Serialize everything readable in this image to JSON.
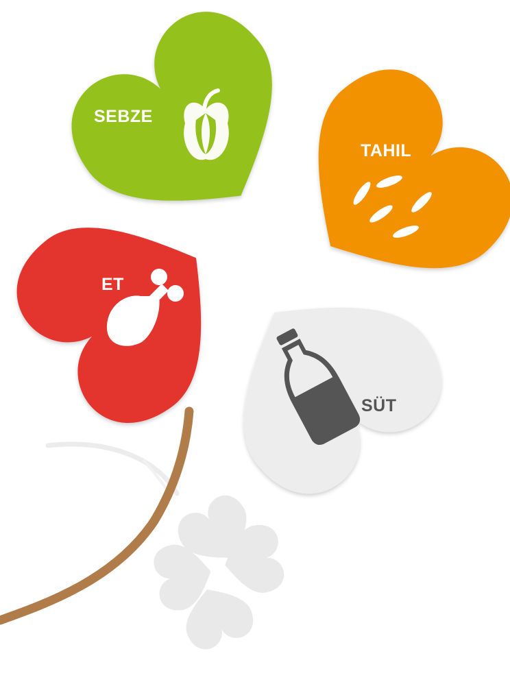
{
  "leaves": {
    "sebze": {
      "label": "SEBZE",
      "color": "#95c11f",
      "icon": "pumpkin-icon"
    },
    "tahil": {
      "label": "TAHIL",
      "color": "#f39200",
      "icon": "grain-icon"
    },
    "et": {
      "label": "ET",
      "color": "#e3342f",
      "icon": "drumstick-icon"
    },
    "sut": {
      "label": "SÜT",
      "color": "#ededed",
      "icon": "milk-bottle-icon"
    }
  },
  "stem_color": "#b07d4a",
  "label_colors": {
    "light": "#ffffff",
    "dark": "#555555"
  }
}
